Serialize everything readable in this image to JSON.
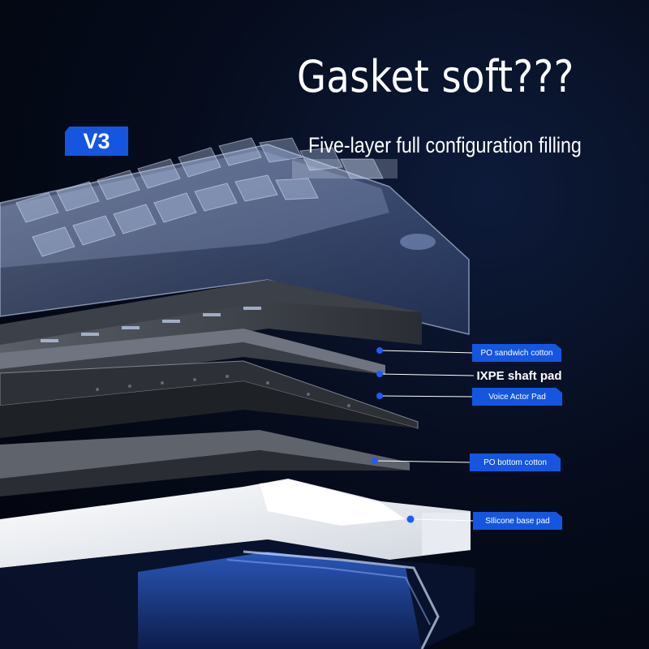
{
  "header": {
    "title": "Gasket soft???",
    "subtitle": "Five-layer full configuration filling",
    "badge": "V3"
  },
  "layers": [
    {
      "label": "PO sandwich cotton"
    },
    {
      "label": "IXPE shaft pad"
    },
    {
      "label": "Voice Actor Pad"
    },
    {
      "label": "PO bottom cotton"
    },
    {
      "label": "SIlicone base pad"
    }
  ],
  "colors": {
    "accent": "#1456e0",
    "background": "#050b1a",
    "callout_text": "#ffffff"
  }
}
